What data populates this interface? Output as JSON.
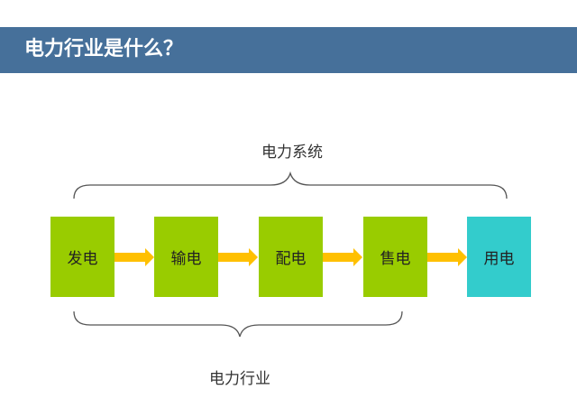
{
  "header": {
    "title": "电力行业是什么？"
  },
  "diagram": {
    "top_label": "电力系统",
    "bottom_label": "电力行业",
    "steps": [
      {
        "label": "发电",
        "color": "#99cc00"
      },
      {
        "label": "输电",
        "color": "#99cc00"
      },
      {
        "label": "配电",
        "color": "#99cc00"
      },
      {
        "label": "售电",
        "color": "#99cc00"
      },
      {
        "label": "用电",
        "color": "#33cccc"
      }
    ],
    "arrow_color": "#ffc000"
  }
}
